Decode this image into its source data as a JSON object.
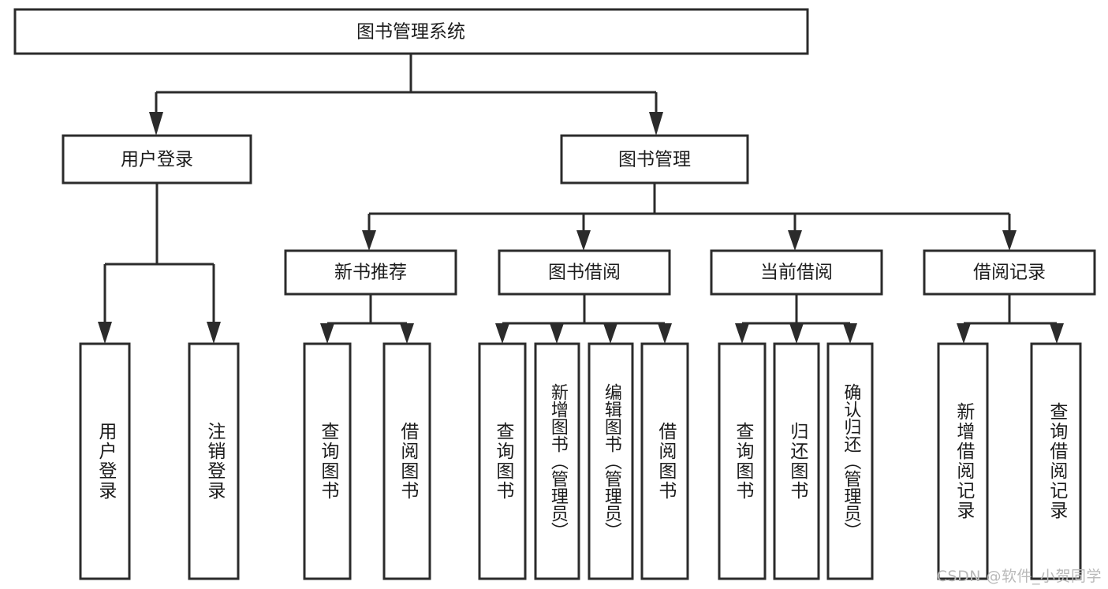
{
  "diagram": {
    "title": "图书管理系统",
    "type": "tree",
    "root": {
      "id": "root",
      "label": "图书管理系统",
      "orientation": "horizontal"
    },
    "level1": [
      {
        "id": "user-login",
        "label": "用户登录",
        "orientation": "horizontal"
      },
      {
        "id": "book-manage",
        "label": "图书管理",
        "orientation": "horizontal"
      }
    ],
    "level2": [
      {
        "id": "new-book-rec",
        "label": "新书推荐",
        "parent": "book-manage",
        "orientation": "horizontal"
      },
      {
        "id": "book-borrow",
        "label": "图书借阅",
        "parent": "book-manage",
        "orientation": "horizontal"
      },
      {
        "id": "current-borrow",
        "label": "当前借阅",
        "parent": "book-manage",
        "orientation": "horizontal"
      },
      {
        "id": "borrow-record",
        "label": "借阅记录",
        "parent": "book-manage",
        "orientation": "horizontal"
      }
    ],
    "leaves": [
      {
        "id": "leaf-user-login",
        "label": "用户登录",
        "parent": "user-login",
        "orientation": "vertical"
      },
      {
        "id": "leaf-user-logout",
        "label": "注销登录",
        "parent": "user-login",
        "orientation": "vertical"
      },
      {
        "id": "leaf-query-book-1",
        "label": "查询图书",
        "parent": "new-book-rec",
        "orientation": "vertical"
      },
      {
        "id": "leaf-borrow-book-1",
        "label": "借阅图书",
        "parent": "new-book-rec",
        "orientation": "vertical"
      },
      {
        "id": "leaf-query-book-2",
        "label": "查询图书",
        "parent": "book-borrow",
        "orientation": "vertical"
      },
      {
        "id": "leaf-add-book",
        "label": "新增图书（管理员）",
        "parent": "book-borrow",
        "orientation": "vertical"
      },
      {
        "id": "leaf-edit-book",
        "label": "编辑图书（管理员）",
        "parent": "book-borrow",
        "orientation": "vertical"
      },
      {
        "id": "leaf-borrow-book-2",
        "label": "借阅图书",
        "parent": "book-borrow",
        "orientation": "vertical"
      },
      {
        "id": "leaf-query-book-3",
        "label": "查询图书",
        "parent": "current-borrow",
        "orientation": "vertical"
      },
      {
        "id": "leaf-return-book",
        "label": "归还图书",
        "parent": "current-borrow",
        "orientation": "vertical"
      },
      {
        "id": "leaf-confirm-return",
        "label": "确认归还（管理员）",
        "parent": "current-borrow",
        "orientation": "vertical"
      },
      {
        "id": "leaf-add-record",
        "label": "新增借阅记录",
        "parent": "borrow-record",
        "orientation": "vertical"
      },
      {
        "id": "leaf-query-record",
        "label": "查询借阅记录",
        "parent": "borrow-record",
        "orientation": "vertical"
      }
    ],
    "colors": {
      "box_stroke": "#2b2b2b",
      "box_fill": "#ffffff",
      "text": "#1c1c1c",
      "connector": "#2b2b2b",
      "watermark": "#b9b9b9",
      "background": "#ffffff"
    }
  },
  "watermark": {
    "text": "CSDN @软件_小贺同学"
  }
}
